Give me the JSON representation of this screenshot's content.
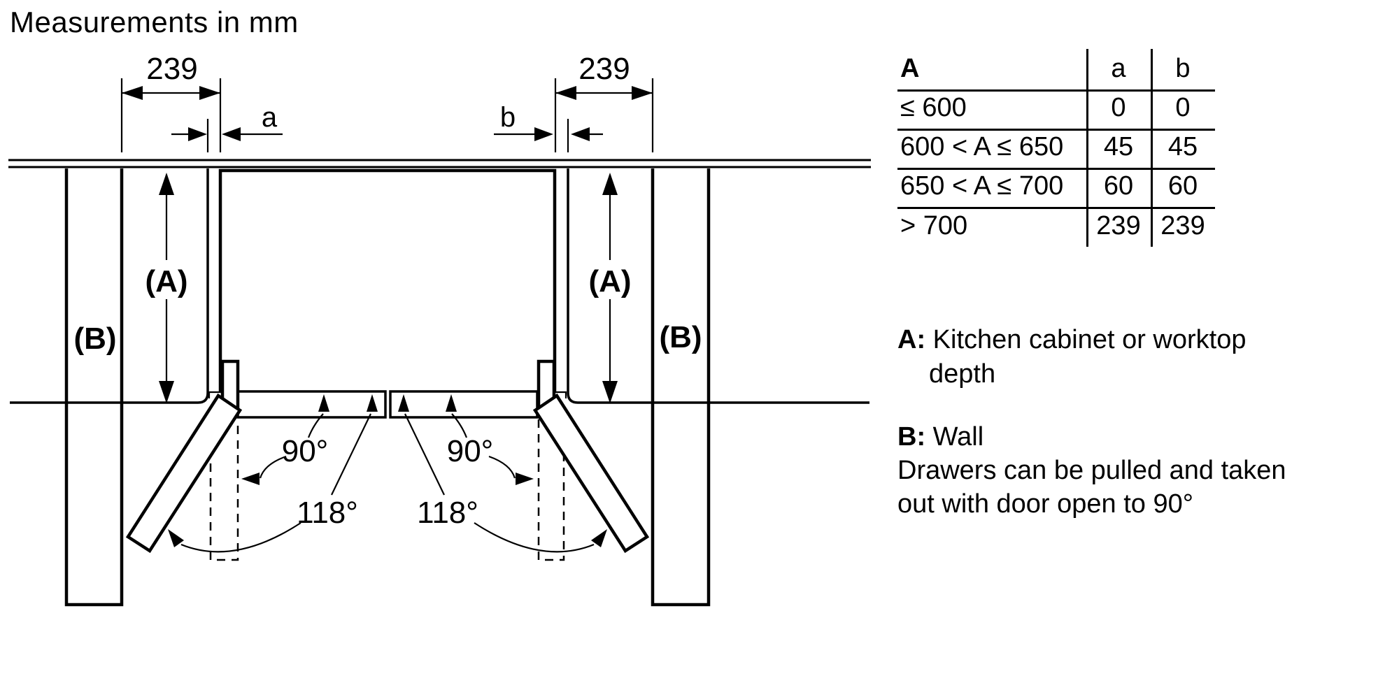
{
  "title": "Measurements in mm",
  "diagram": {
    "dim_239": "239",
    "gap_a_label": "a",
    "gap_b_label": "b",
    "cabinet_label": "(A)",
    "wall_label": "(B)",
    "angle_90": "90°",
    "angle_118": "118°"
  },
  "table": {
    "header": {
      "col_range": "A",
      "col_a": "a",
      "col_b": "b"
    },
    "rows": [
      {
        "range": "≤ 600",
        "a": "0",
        "b": "0"
      },
      {
        "range": "600 < A ≤ 650",
        "a": "45",
        "b": "45"
      },
      {
        "range": "650 < A ≤ 700",
        "a": "60",
        "b": "60"
      },
      {
        "range": "> 700",
        "a": "239",
        "b": "239"
      }
    ]
  },
  "legend": {
    "a_key": "A:",
    "a_line1": "Kitchen cabinet or worktop",
    "a_line2": "depth",
    "b_key": "B:",
    "b_text": "Wall",
    "note_line1": "Drawers can be pulled and taken",
    "note_line2": "out with door open to 90°"
  },
  "colors": {
    "wall_fill": "#c9c9c9",
    "line": "#000000",
    "background": "#ffffff"
  }
}
